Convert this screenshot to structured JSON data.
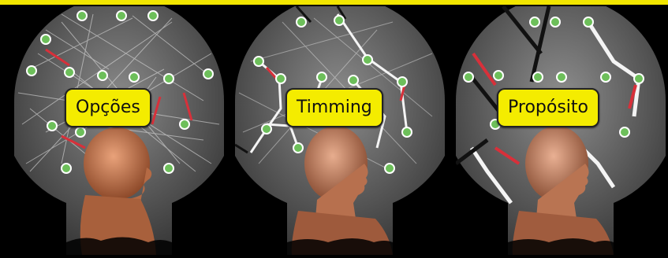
{
  "labels": {
    "panel1": "Opções",
    "panel2": "Timming",
    "panel3": "Propósito"
  },
  "colors": {
    "accent_yellow": "#f4ec00",
    "node_green": "#6dbf5a",
    "arrow_red": "#e0303a",
    "background": "#000000"
  },
  "panels": [
    {
      "subject": "baby-head-profile",
      "network": "dense-random"
    },
    {
      "subject": "adult-head-profile",
      "network": "partially-ordered"
    },
    {
      "subject": "adult-head-profile",
      "network": "focused"
    }
  ]
}
